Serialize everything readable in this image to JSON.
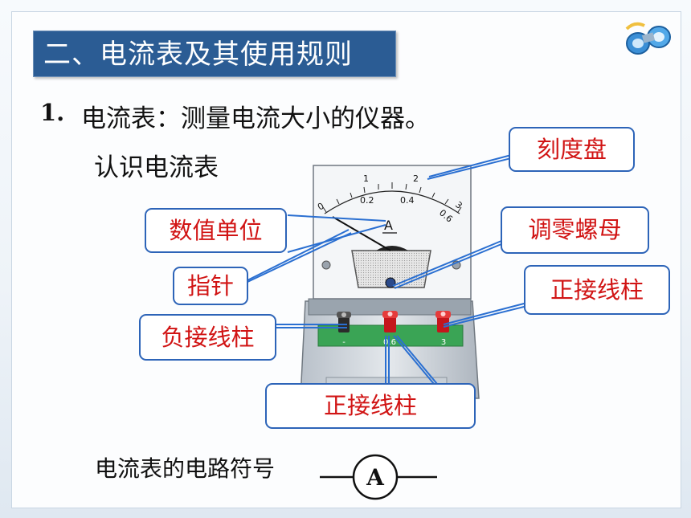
{
  "slide": {
    "title": "二、电流表及其使用规则",
    "point_number": "1.",
    "point_text": "电流表：测量电流大小的仪器。",
    "subheading": "认识电流表",
    "symbol_caption": "电流表的电路符号",
    "symbol_letter": "A"
  },
  "meter": {
    "scale_top": [
      "1",
      "2",
      "3"
    ],
    "scale_bottom": [
      "0.2",
      "0.4",
      "0.6"
    ],
    "scale_zero": "0",
    "unit_letter": "A",
    "terminals": [
      "-",
      "0.6",
      "3"
    ]
  },
  "labels": {
    "dial": "刻度盘",
    "unit": "数值单位",
    "zero_nut": "调零螺母",
    "pointer": "指针",
    "positive_terminal_right": "正接线柱",
    "negative_terminal": "负接线柱",
    "positive_terminal_bottom": "正接线柱"
  },
  "colors": {
    "title_bg": "#2b5c94",
    "label_border": "#2d64b8",
    "label_text": "#d11414",
    "leader_line": "#2a6fd1"
  }
}
